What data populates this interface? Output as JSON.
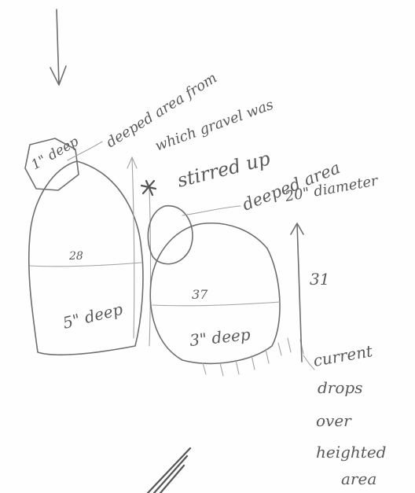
{
  "labels": {
    "one_inch_deep": "1\" deep",
    "deeped_area_from_which_gravel_was_stirred_up": [
      "deeped area from",
      "which gravel was",
      "stirred up"
    ],
    "deeped_area_20_diameter": [
      "deeped area",
      "20\" diameter"
    ],
    "left_pool_width": "28",
    "left_pool_depth": "5\" deep",
    "right_pool_width": "37",
    "right_pool_depth": "3\" deep",
    "right_pool_length": "31",
    "current_note": [
      "current",
      "drops",
      "over",
      "heighted",
      "area"
    ]
  },
  "colors": {
    "paper": "#fefefe",
    "pencil": "#6e6e6e"
  }
}
